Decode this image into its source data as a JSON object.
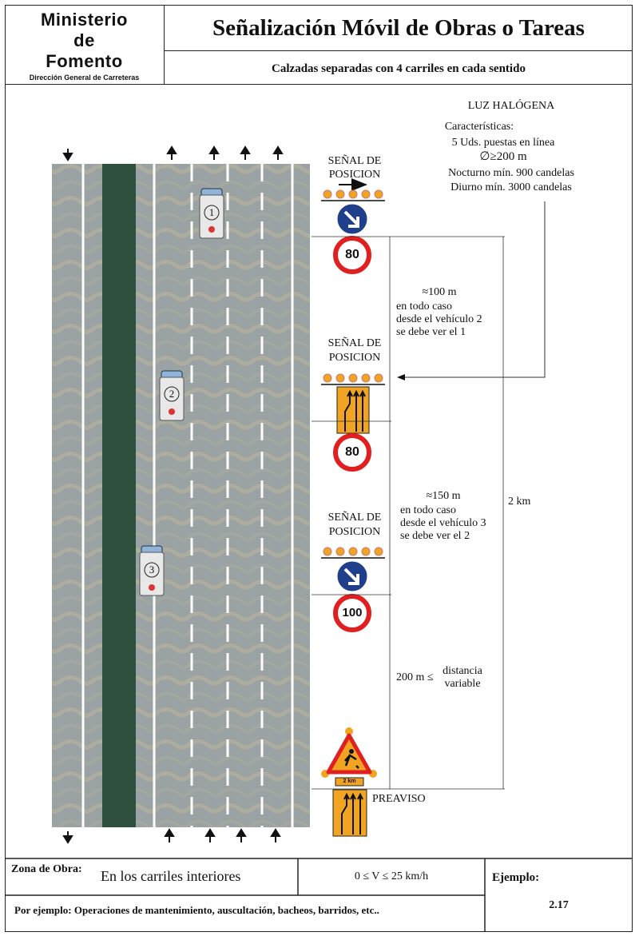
{
  "header": {
    "ministry_lines": [
      "Ministerio",
      "de",
      "Fomento"
    ],
    "ministry_sub": "Dirección General de Carreteras",
    "title": "Señalización Móvil de Obras o Tareas",
    "subtitle": "Calzadas separadas con 4 carriles en cada sentido"
  },
  "light": {
    "title": "LUZ HALÓGENA",
    "lines": [
      "Características:",
      "5 Uds. puestas en línea",
      "∅≥200 m",
      "Nocturno mín. 900 candelas",
      "Diurno mín. 3000 candelas"
    ]
  },
  "vehicles": [
    "1",
    "2",
    "3"
  ],
  "signal_label_1": "SEÑAL DE",
  "signal_label_2": "POSICION",
  "speed_signs": [
    "80",
    "80",
    "100"
  ],
  "distance_1": {
    "value": "≈100 m",
    "lines": [
      "en todo caso",
      "desde el vehículo 2",
      "se debe ver el 1"
    ]
  },
  "distance_2": {
    "value": "≈150 m",
    "lines": [
      "en todo caso",
      "desde el vehículo 3",
      "se debe ver el 2"
    ]
  },
  "distance_3": {
    "prefix": "200 m ≤",
    "top": "distancia",
    "bottom": "variable"
  },
  "total_distance": "2 km",
  "preaviso": "PREAVISO",
  "km_plate": "2 km",
  "footer": {
    "zona_label": "Zona de Obra:",
    "zona_value": "En los carriles interiores",
    "speed": "0 ≤ V ≤ 25 km/h",
    "ejemplo_label": "Ejemplo:",
    "ejemplo_value": "2.17",
    "por_ejemplo": "Por ejemplo: Operaciones de mantenimiento, auscultación, bacheos, barridos, etc.."
  },
  "colors": {
    "asphalt": "#9aa2a4",
    "median": "#2f4f3e",
    "orange": "#f0a422",
    "red": "#e02020",
    "blue": "#1f3f8a"
  }
}
